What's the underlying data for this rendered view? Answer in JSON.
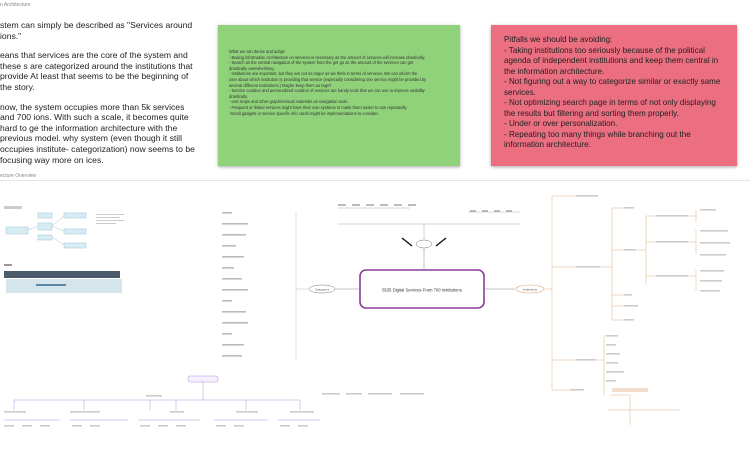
{
  "header": {
    "top_label": "n Architecture",
    "overview_label": "ecture Overview"
  },
  "intro": {
    "p1": "stem can simply be described as \"Services around ions.\"",
    "p2": "eans that services are the core of the system and these s are categorized around the institutions that provide At least that seems to be the beginning of the story.",
    "p3": "now, the system occupies more than 5k services and 700 ions. With such a scale, it becomes quite hard to ge the information architecture with the previous model. why system (even though it still occupies institute- categorization) now seems to be focusing way more on ices."
  },
  "green_note": {
    "lines": [
      "What we can derive and adopt:",
      "- Basing information Architecture on services is necessary as the amount of services will increase drastically.",
      "- Search as the central navigation of the system from the get go as the amount of the services can get",
      "  drastically overwhelming.",
      "- Institutions are important, but they are not as major as we think in terms of services. We can inform the",
      "  user about which institution is providing that service (especially considering one service might be provided by",
      "  several different institutions.) Maybe keep them as tags?",
      "- Service curation and personalized curation of services are handy tools that we can use to improve usability",
      "  drastically.",
      "- Use maps and other graphic/visual materials as navigation tools.",
      "- Frequent or linked services might have their own systems to make them easier to use repeatedly.",
      "-Small gadgets or service specific info cards might be implementations to consider."
    ]
  },
  "red_note": {
    "lines": [
      "Pitfalls we should be avoiding:",
      "- Taking institutions too seriously because of the political agenda of independent institutions and keep them central in the information architecture.",
      "- Not figuring out a way to categorize similar or exactly same services.",
      "- Not optimizing search page in terms of not only displaying the results but filtering and sorting them properly.",
      "- Under or over personalization.",
      "-  Repeating too many things while branching out the information architecture."
    ]
  },
  "diagram": {
    "center_title": "5535 Digital Services From 700 Institutions",
    "categories_label": "Categories",
    "institutions_label": "Institutions"
  },
  "colors": {
    "green_note": "#8fd27a",
    "red_note": "#eb6f80",
    "center_border": "#8a3d98",
    "right_tree": "#e0a87a",
    "bottom_tree": "#a98bd8"
  }
}
